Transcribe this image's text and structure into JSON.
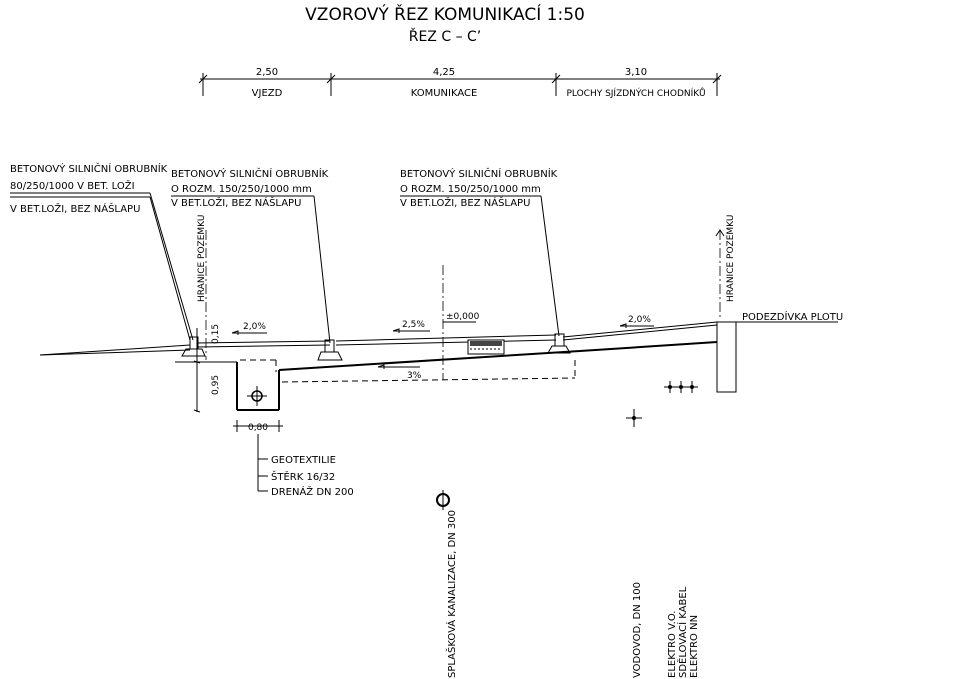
{
  "title": "VZOROVÝ ŘEZ KOMUNIKACÍ 1:50",
  "subtitle": "ŘEZ C – C’",
  "dimensions": [
    {
      "value": "2,50",
      "label": "VJEZD"
    },
    {
      "value": "4,25",
      "label": "KOMUNIKACE"
    },
    {
      "value": "3,10",
      "label": "PLOCHY SJÍZDNÝCH CHODNÍKŮ"
    }
  ],
  "curb_labels": [
    {
      "lines": [
        "BETONOVÝ SILNIČNÍ OBRUBNÍK",
        "80/250/1000 V BET. LOŽI",
        "V BET.LOŽI, BEZ NÁŠLAPU"
      ]
    },
    {
      "lines": [
        "BETONOVÝ SILNIČNÍ OBRUBNÍK",
        "O ROZM. 150/250/1000 mm",
        "V BET.LOŽI, BEZ NÁŠLAPU"
      ]
    },
    {
      "lines": [
        "BETONOVÝ SILNIČNÍ OBRUBNÍK",
        "O ROZM. 150/250/1000 mm",
        "V BET.LOŽI, BEZ NÁŠLAPU"
      ]
    }
  ],
  "boundary_labels": [
    "HRANICE POZEMKU",
    "HRANICE POZEMKU"
  ],
  "slopes": [
    "2,0%",
    "2,5%",
    "2,0%",
    "3%"
  ],
  "level": "±0,000",
  "fence_label": "PODEZDÍVKA PLOTU",
  "depths": [
    "0,15",
    "0,95"
  ],
  "drain_width": "0,80",
  "drain_layers": [
    "GEOTEXTILIE",
    "ŠTĚRK 16/32",
    "DRENÁŽ DN 200"
  ],
  "utilities": {
    "sewer": "SPLAŠKOVÁ KANALIZACE, DN 300",
    "water": "VODOVOD, DN 100",
    "cables": [
      "ELEKTRO V.O.",
      "SDĚLOVACÍ KABEL",
      "ELEKTRO NN"
    ]
  }
}
